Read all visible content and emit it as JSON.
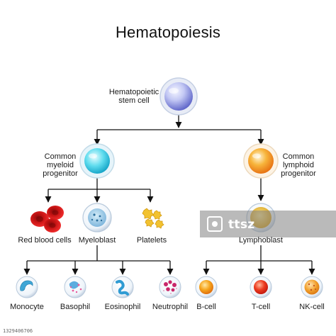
{
  "title": "Hematopoiesis",
  "nodes": {
    "stem": "Hematopoietic\nstem cell",
    "myeloid": "Common\nmyeloid\nprogenitor",
    "lymphoid": "Common\nlymphoid\nprogenitor",
    "rbc": "Red blood cells",
    "myeloblast": "Myeloblast",
    "platelets": "Platelets",
    "lymphoblast": "Lymphoblast",
    "monocyte": "Monocyte",
    "basophil": "Basophil",
    "eosinophil": "Eosinophil",
    "neutrophil": "Neutrophil",
    "bcell": "B-cell",
    "tcell": "T-cell",
    "nkcell": "NK-cell"
  },
  "watermark": {
    "text": "ttsz",
    "id": "1329406706"
  },
  "colors": {
    "stem": "#c9cdf5",
    "myeloid": "#4fd6ea",
    "lymphoid": "#f5a21d",
    "rbc": "#d9171a",
    "platelets": "#f2c230",
    "tcell": "#e8311c",
    "bcell": "#f39a14"
  }
}
